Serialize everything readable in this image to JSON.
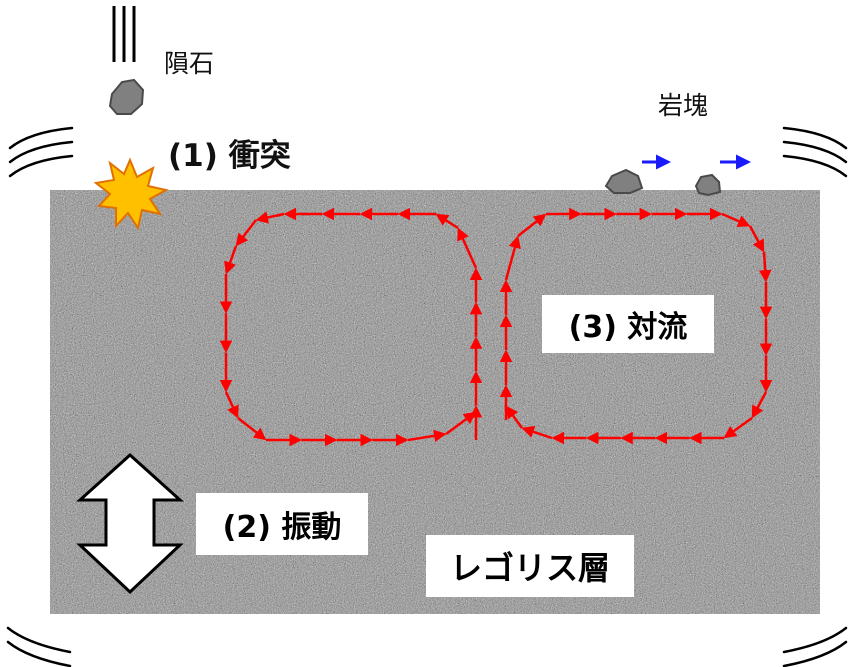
{
  "labels": {
    "meteorite": "隕石",
    "rock_block": "岩塊",
    "impact": "(1) 衝突",
    "vibration": "(2) 振動",
    "convection": "(3) 対流",
    "regolith": "レゴリス層"
  },
  "colors": {
    "regolith_base": "#8f8f8f",
    "convection_arrow": "#ff0000",
    "motion_arrow": "#1a1aff",
    "impact_flash": "#ffc000",
    "impact_outline": "#e07000",
    "rock": "#808080",
    "rock_outline": "#4a4a4a",
    "text": "#000000"
  },
  "icons": {
    "meteorite": "meteorite-rock-icon",
    "speed_lines": "speed-lines-icon",
    "impact": "impact-starburst-icon",
    "vibration": "double-headed-arrow-icon",
    "motion": "right-arrow-icon",
    "convection": "convection-loop-arrows"
  }
}
